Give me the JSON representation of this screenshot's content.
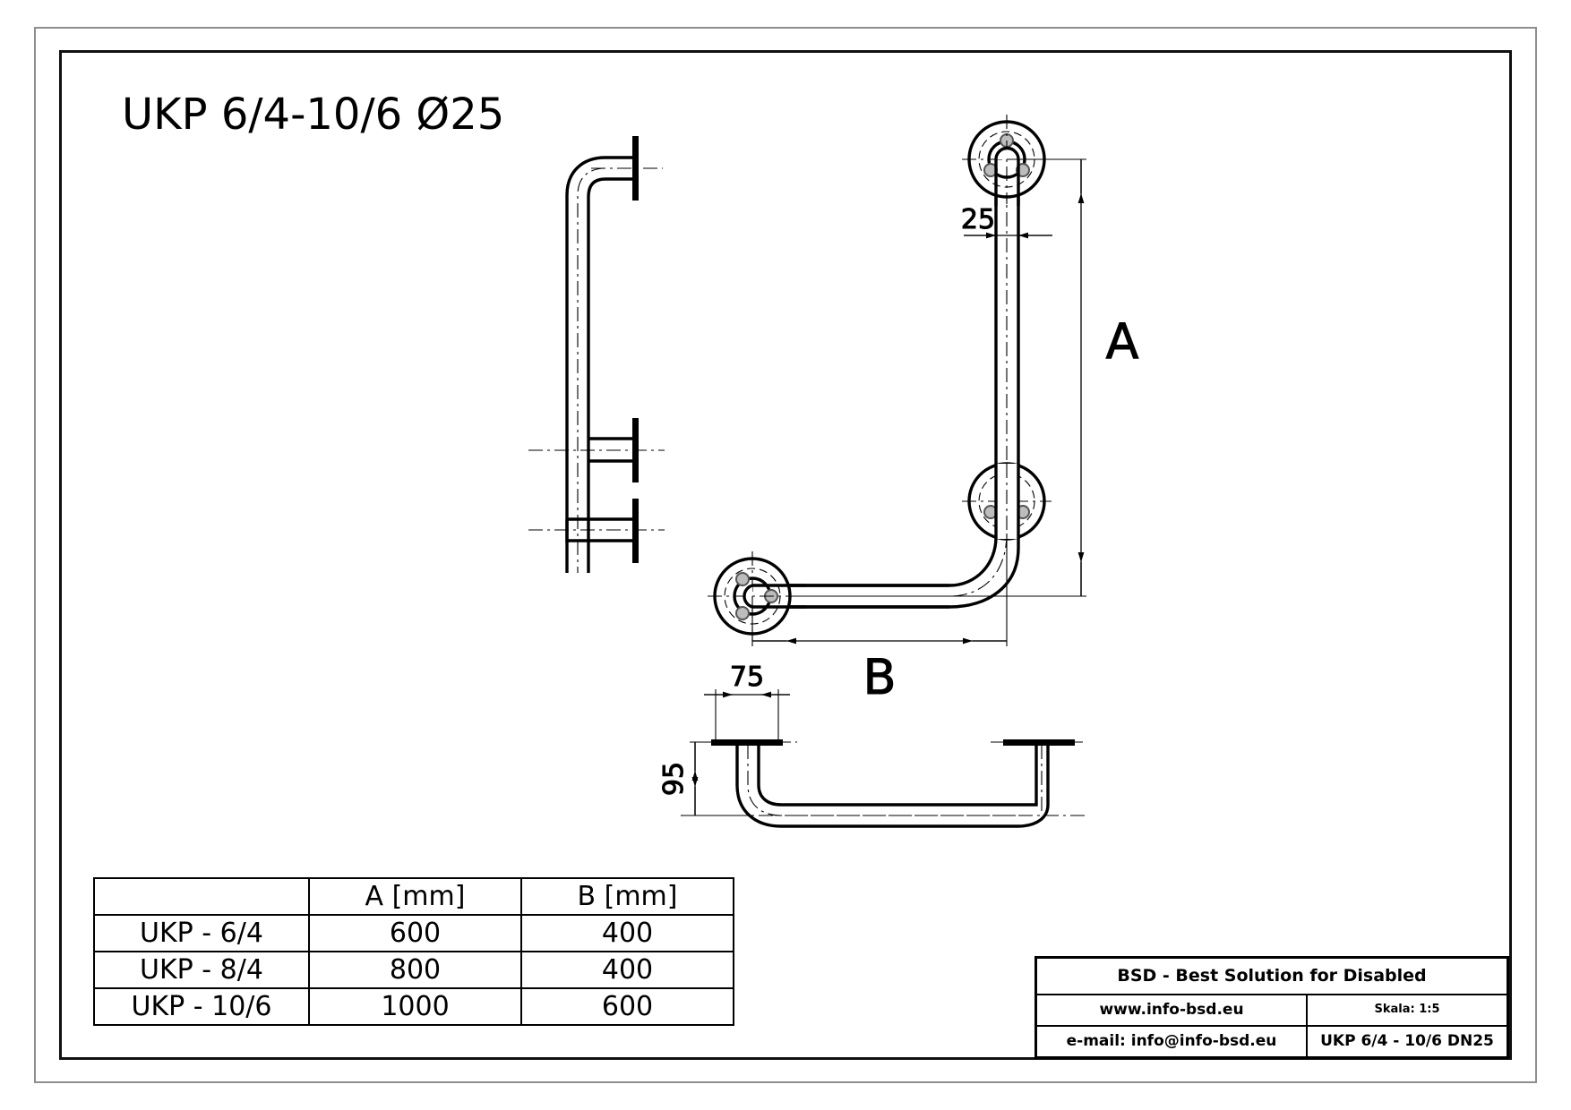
{
  "sheet": {
    "title": "UKP 6/4-10/6 Ø25",
    "border_color": "#8e8e8e",
    "line_color": "#000000"
  },
  "drawing": {
    "dimensions": {
      "tube_diameter": "25",
      "height_label": "A",
      "length_label": "B",
      "flange_offset": "75",
      "flange_height": "95"
    },
    "views": {
      "side_view_name": "side-elevation-view",
      "front_view_name": "front-elevation-view",
      "bottom_view_name": "bottom-plan-view"
    }
  },
  "parts_table": {
    "headers": [
      "",
      "A [mm]",
      "B [mm]"
    ],
    "rows": [
      [
        "UKP - 6/4",
        "600",
        "400"
      ],
      [
        "UKP - 8/4",
        "800",
        "400"
      ],
      [
        "UKP - 10/6",
        "1000",
        "600"
      ]
    ]
  },
  "title_block": {
    "company": "BSD - Best Solution for Disabled",
    "website": "www.info-bsd.eu",
    "scale": "Skala: 1:5",
    "email": "e-mail: info@info-bsd.eu",
    "drawing_no": "UKP 6/4 - 10/6 DN25"
  }
}
